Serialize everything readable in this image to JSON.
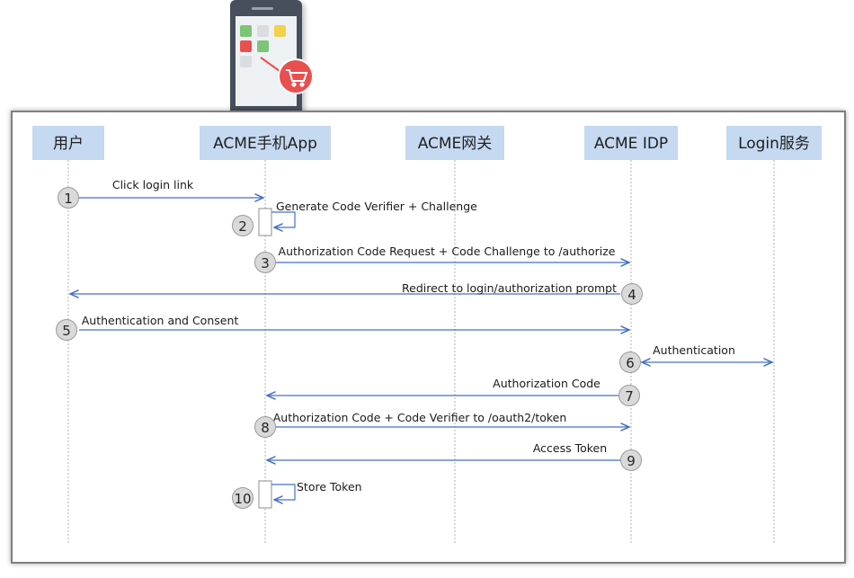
{
  "participants": [
    {
      "id": "user",
      "label": "用户"
    },
    {
      "id": "app",
      "label": "ACME手机App"
    },
    {
      "id": "gateway",
      "label": "ACME网关"
    },
    {
      "id": "idp",
      "label": "ACME IDP"
    },
    {
      "id": "login",
      "label": "Login服务"
    }
  ],
  "steps": [
    {
      "number": "1",
      "label": "Click login link",
      "from": "user",
      "to": "app",
      "kind": "arrow-right"
    },
    {
      "number": "2",
      "label": "Generate Code Verifier + Challenge",
      "from": "app",
      "to": "app",
      "kind": "self"
    },
    {
      "number": "3",
      "label": "Authorization Code Request + Code Challenge to /authorize",
      "from": "app",
      "to": "idp",
      "kind": "arrow-right"
    },
    {
      "number": "4",
      "label": "Redirect to login/authorization prompt",
      "from": "idp",
      "to": "user",
      "kind": "arrow-left"
    },
    {
      "number": "5",
      "label": "Authentication and Consent",
      "from": "user",
      "to": "idp",
      "kind": "arrow-right"
    },
    {
      "number": "6",
      "label": "Authentication",
      "from": "idp",
      "to": "login",
      "kind": "double"
    },
    {
      "number": "7",
      "label": "Authorization Code",
      "from": "idp",
      "to": "app",
      "kind": "arrow-left"
    },
    {
      "number": "8",
      "label": "Authorization Code + Code Verifier to /oauth2/token",
      "from": "app",
      "to": "idp",
      "kind": "arrow-right"
    },
    {
      "number": "9",
      "label": "Access Token",
      "from": "idp",
      "to": "app",
      "kind": "arrow-left"
    },
    {
      "number": "10",
      "label": "Store Token",
      "from": "app",
      "to": "app",
      "kind": "self"
    }
  ],
  "colors": {
    "participant_fill": "#c5d9f1",
    "arrow": "#4472c4",
    "lifeline": "#b0b0b0",
    "badge_fill": "#d9d9d9",
    "badge_stroke": "#9a9a9a",
    "frame": "#7f7f7f"
  }
}
